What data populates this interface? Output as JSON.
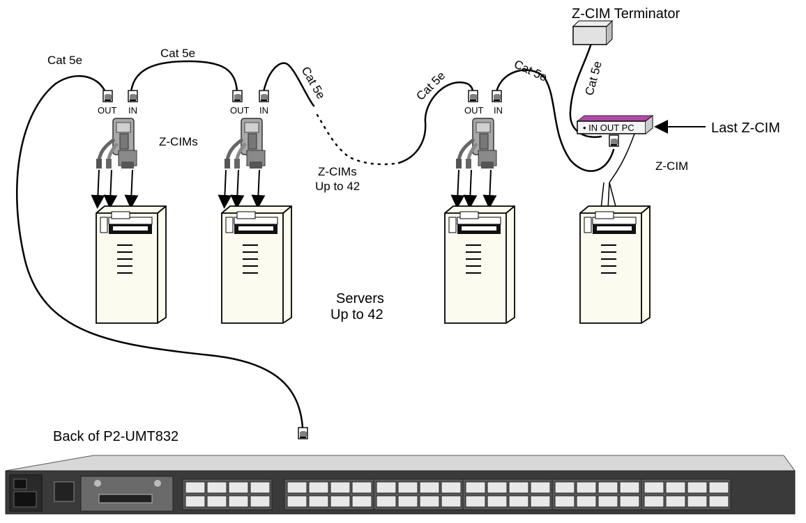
{
  "labels": {
    "cable_1": "Cat 5e",
    "cable_2": "Cat 5e",
    "cable_3": "Cat 5e",
    "cable_4": "Cat 5e",
    "cable_5": "Cat 5e",
    "cable_6": "Cat 5e",
    "port_out": "OUT",
    "port_in": "IN",
    "zcims": "Z-CIMs",
    "zcims_chain_1": "Z-CIMs",
    "zcims_chain_2": "Up to 42",
    "servers_1": "Servers",
    "servers_2": "Up to 42",
    "terminator": "Z-CIM Terminator",
    "last_zcim": "Last Z-CIM",
    "zcim": "Z-CIM",
    "last_zcim_ports": "• IN OUT PC",
    "switch_caption": "Back of  P2-UMT832"
  },
  "colors": {
    "line": "#000000",
    "server_fill": "#fbfbf0",
    "switch_body": "#3a3a3a",
    "switch_top": "#d8d8d8",
    "zcim_body": "#9a9a9a",
    "last_zcim_top": "#b04aa8"
  }
}
